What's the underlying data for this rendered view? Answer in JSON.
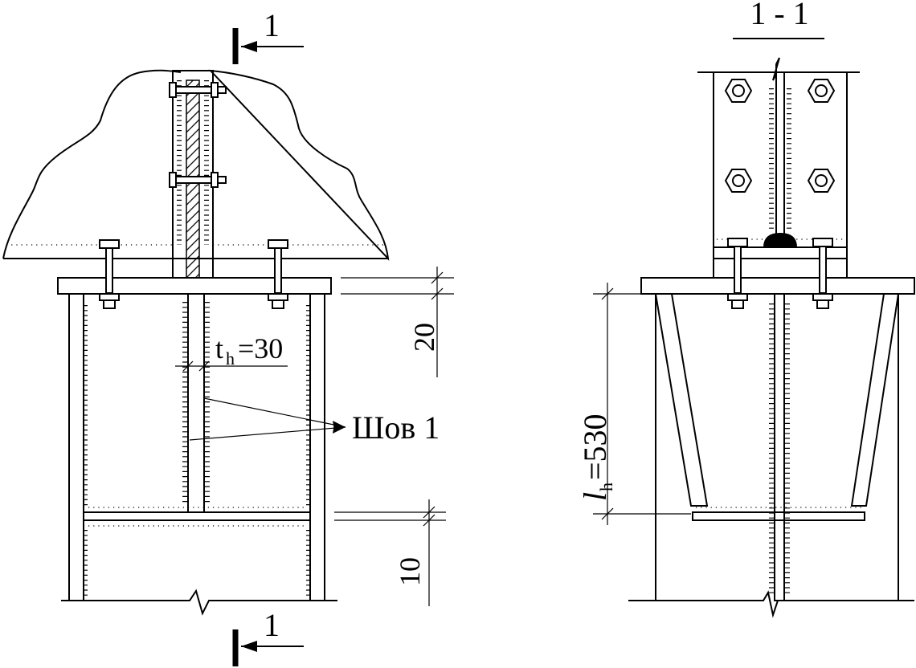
{
  "section_mark": "1",
  "section_title": "1 - 1",
  "dimensions": {
    "top_plate": "20",
    "bottom_plate": "10",
    "rib_thickness_symbol": "t",
    "rib_thickness_subscript": "h",
    "rib_thickness_value": "=30",
    "rib_length_symbol": "l",
    "rib_length_subscript": "h",
    "rib_length_value": "=530"
  },
  "weld_label": "Шов 1"
}
